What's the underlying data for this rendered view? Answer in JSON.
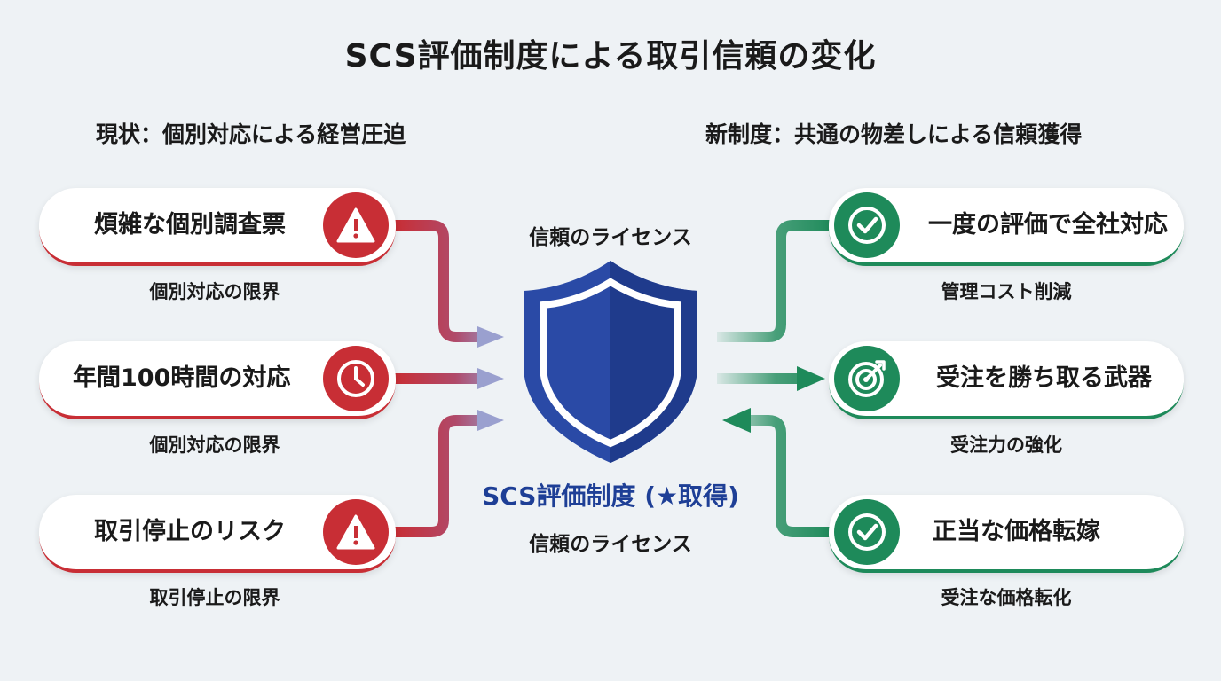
{
  "title": "SCS評価制度による取引信頼の変化",
  "left_heading": "現状：個別対応による経営圧迫",
  "right_heading": "新制度：共通の物差しによる信頼獲得",
  "left_items": [
    {
      "label": "煩雑な個別調査票",
      "icon": "warning-icon",
      "sub": "個別対応の限界"
    },
    {
      "label": "年間100時間の対応",
      "icon": "clock-icon",
      "sub": "個別対応の限界"
    },
    {
      "label": "取引停止のリスク",
      "icon": "warning-icon",
      "sub": "取引停止の限界"
    }
  ],
  "right_items": [
    {
      "label": "一度の評価で全社対応",
      "icon": "check-circle-icon",
      "sub": "管理コスト削減"
    },
    {
      "label": "受注を勝ち取る武器",
      "icon": "target-icon",
      "sub": "受注力の強化"
    },
    {
      "label": "正当な価格転嫁",
      "icon": "check-circle-icon",
      "sub": "受注な価格転化"
    }
  ],
  "center": {
    "license_top": "信頼のライセンス",
    "label": "SCS評価制度 (★取得)",
    "license_bottom": "信頼のライセンス",
    "icon": "shield-icon"
  },
  "colors": {
    "red": "#c82e35",
    "green": "#1e8a5a",
    "blue": "#27479f",
    "blue_light": "#3657b8",
    "text_blue": "#1e3f96"
  }
}
